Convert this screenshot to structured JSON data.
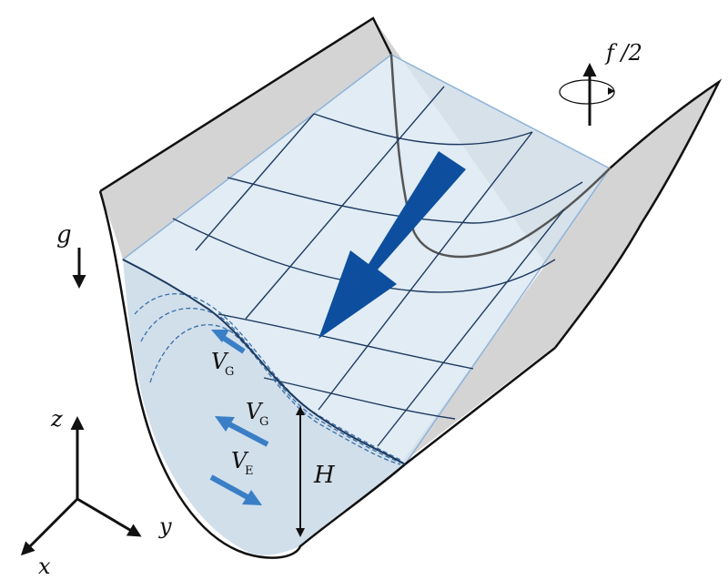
{
  "labels": {
    "rotation": "f /2",
    "gravity": "g",
    "velocity_1": "V",
    "velocity_1_sub": "G",
    "velocity_2": "V",
    "velocity_2_sub": "G",
    "velocity_3": "V",
    "velocity_3_sub": "E",
    "height": "H",
    "axis_z": "z",
    "axis_y": "y",
    "axis_x": "x"
  },
  "colors": {
    "outline": "#111111",
    "side_wall": "#d4d4d4",
    "water_fill": "#c9d9e8",
    "surface_fill": "#d7e5f2",
    "grid_line": "#1f3a5f",
    "big_arrow": "#0d4f9e",
    "small_arrow": "#3a7fc6"
  }
}
